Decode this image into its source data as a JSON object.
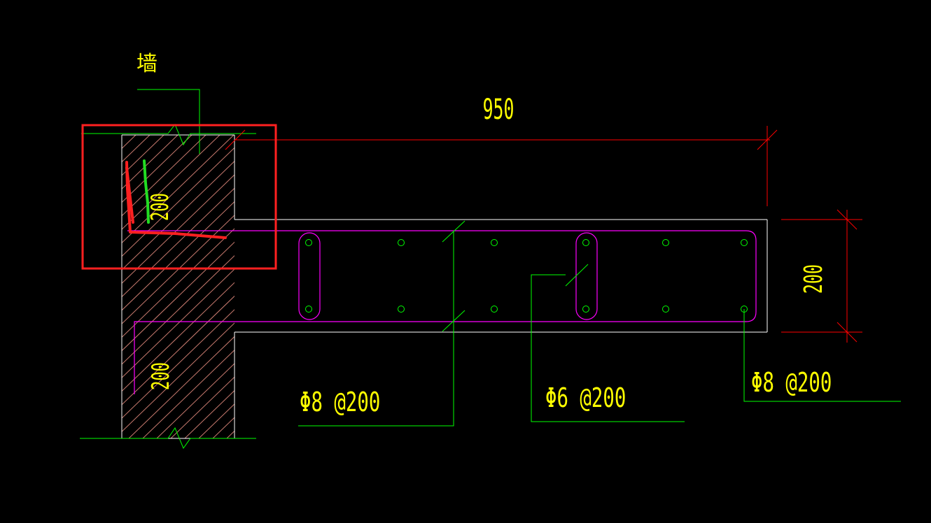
{
  "drawing": {
    "wall_label": "墙",
    "overall_length_dim": "950",
    "slab_thickness_dim": "200",
    "wall_upper_dim": "200",
    "wall_lower_dim": "200",
    "callout_bottom_left": "Φ8 @200",
    "callout_bottom_middle": "Φ6 @200",
    "callout_right": "Φ8 @200"
  },
  "colors": {
    "background": "#000000",
    "outline": "#ffffff",
    "rebar": "#ff00ff",
    "dimension": "#ff0000",
    "leader": "#00ff00",
    "text": "#ffff00",
    "hatch": "#ff8c80",
    "highlight": "#ff2020",
    "markup_green": "#22dd22"
  }
}
